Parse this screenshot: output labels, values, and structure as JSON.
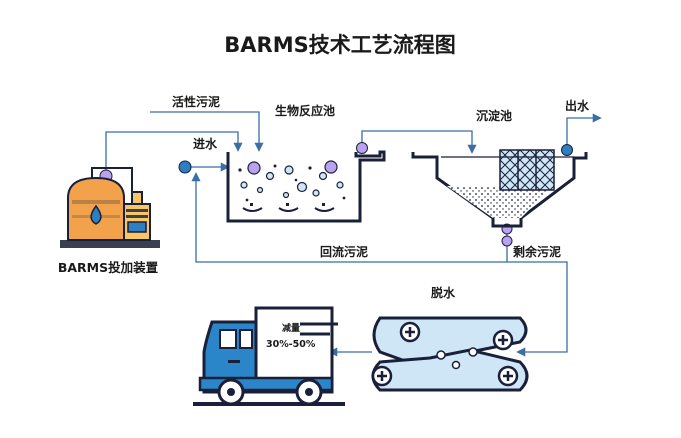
{
  "title": "BARMS技术工艺流程图",
  "labels": {
    "activated_sludge": "活性污泥",
    "bioreactor": "生物反应池",
    "inflow": "进水",
    "sedimentation": "沉淀池",
    "outflow": "出水",
    "return_sludge": "回流污泥",
    "excess_sludge": "剩余污泥",
    "dosing_device": "BARMS投加装置",
    "dewatering": "脱水",
    "truck_reduction": "减量",
    "truck_range": "30%-50%"
  },
  "colors": {
    "outline": "#1a1f3a",
    "water_blue": "#2d7fc1",
    "light_blue": "#cfe6f7",
    "truck_blue": "#2b86c9",
    "tank_orange": "#f2a24a",
    "tank_yellow": "#f7c766",
    "pipe_gray": "#3b3f52",
    "bubble_purple": "#b9a3ee",
    "line_blue": "#3a6ea5"
  },
  "icons": {
    "dosing_device": "storage-tank-icon",
    "truck": "truck-icon",
    "belt_press": "belt-press-icon"
  }
}
